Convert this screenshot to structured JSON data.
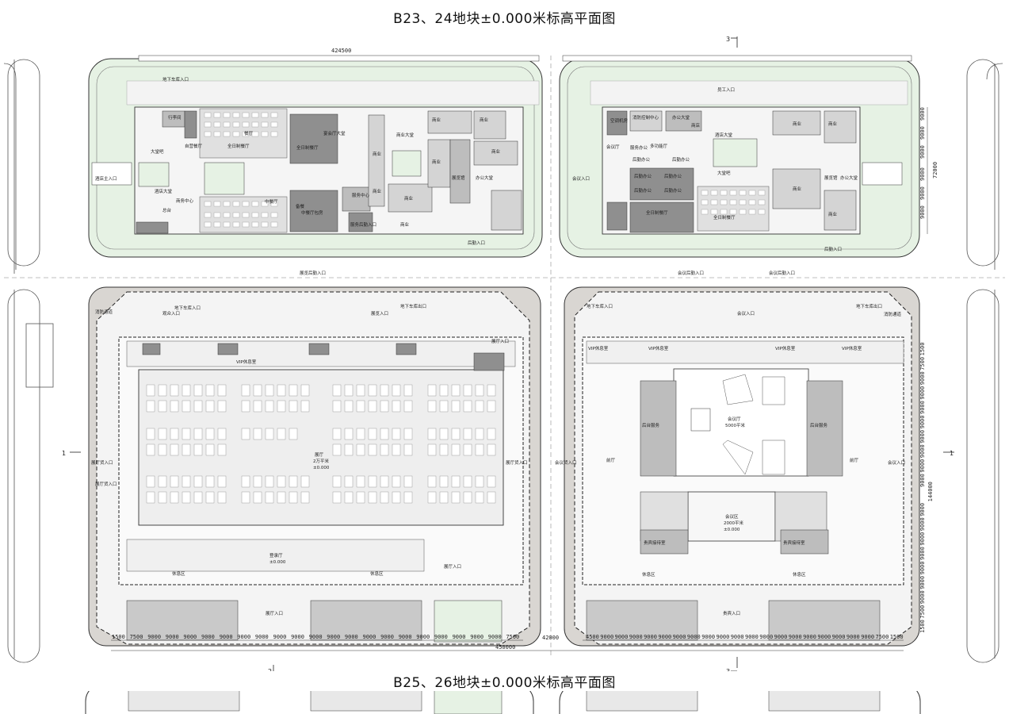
{
  "titles": {
    "top": "B23、24地块±0.000米标高平面图",
    "bottom": "B25、26地块±0.000米标高平面图"
  },
  "colors": {
    "line": "#333333",
    "green": "#e6f2e4",
    "tree": "#8fae8a",
    "dark_room": "#8f8f8f",
    "mid_room": "#bdbdbd",
    "light_floor": "#efefef",
    "apron": "#d9d6d2"
  },
  "section_marks": {
    "a": "3",
    "b": "2",
    "c": "1"
  },
  "top_left": {
    "dim_total": "424500",
    "labels": {
      "xingli": "行李间",
      "datangba": "大堂吧",
      "jiudian_dating": "酒店大堂",
      "zongtai": "总台",
      "shangwu": "商务中心",
      "ziying_canting": "自营餐厅",
      "quanri_canting": "全日制餐厅",
      "canting_a": "餐厅",
      "shangye_a": "商业",
      "zhongcanting": "中餐厅",
      "zhongcanting_baojian": "中餐厅包房",
      "canting_b": "备餐",
      "yanhuiting": "宴会厅大堂",
      "fuwu": "服务中心",
      "fuwu_ru": "服务后勤入口",
      "shangye_datang": "商业大堂",
      "shangye_b": "商业",
      "shangye_c": "商业",
      "shangye_d": "商业",
      "shangye_e": "商业",
      "shangye_f": "商业",
      "shangye_g": "商业",
      "shangye_h": "商业",
      "shangye_i": "商业",
      "bangong": "办公大堂",
      "zhanlan": "展览馆",
      "dixia_ru": "地下车库入口",
      "jiudian_ru": "酒店主入口",
      "houqin": "后勤入口"
    },
    "bottom_label": "展览后勤入口"
  },
  "top_right": {
    "labels": {
      "kongtiao": "空调机房",
      "xiaofang": "消防控制中心",
      "bangong_a": "办公大堂",
      "shangdian": "商店",
      "huiyi": "会议厅",
      "fuwu": "服务办公",
      "duojia": "多功能厅",
      "houqin_a": "后勤办公",
      "houqin_b": "后勤办公",
      "houqin_c": "后勤办公",
      "houqin_d": "后勤办公",
      "houqin_e": "后勤办公",
      "houqin_f": "后勤办公",
      "canting": "全日制餐厅",
      "datangba": "大堂吧",
      "jiudian": "酒店大堂",
      "shangye_a": "商业",
      "shangye_b": "商业",
      "shangye_c": "商业",
      "shangye_d": "商业",
      "zhanlan": "展览馆",
      "bangong_b": "办公大堂",
      "huiyi_ru": "会议入口",
      "houqin_ru": "后勤入口",
      "chuan": "员工入口",
      "quanri": "全日制餐厅"
    },
    "dims_v": [
      "9000",
      "9000",
      "9000",
      "9000",
      "9000",
      "9000",
      "72000",
      "9000",
      "9000",
      "9000"
    ]
  },
  "between_labels": {
    "a": "展览后勤入口",
    "b": "会议后勤入口",
    "c": "会议后勤入口"
  },
  "bottom_left": {
    "hall": "展厅",
    "hall_area": "2万平米",
    "hall_level": "±0.000",
    "lobby": "登录厅",
    "lobby_level": "±0.000",
    "rest_a": "休息区",
    "rest_b": "休息区",
    "vip": "VIP休息室",
    "entries": {
      "car_a": "地下车库入口",
      "car_b": "地下车库出口",
      "people_a": "观众入口",
      "people_b": "展览入口",
      "hall_ru": "展厅入口",
      "west": "展厅货入口",
      "east": "展厅货入口",
      "se": "展厅入口",
      "south": "展厅入口",
      "nw": "消防通道",
      "sw": "展厅货入口"
    },
    "dims_bottom": [
      "1500",
      "7500",
      "9000",
      "9000",
      "9000",
      "9000",
      "9000",
      "9000",
      "9000",
      "9000",
      "9000",
      "9000",
      "9000",
      "9000",
      "9000",
      "9000",
      "9000",
      "9000",
      "9000",
      "9000",
      "9000",
      "9000",
      "7500"
    ],
    "dim_total": "450000",
    "gap": "42000"
  },
  "bottom_right": {
    "theatre": "会议厅",
    "theatre_area": "5000平米",
    "foyer": "会议区",
    "foyer_area": "2000平米",
    "foyer_level": "±0.000",
    "backstage_a": "后台服务",
    "backstage_b": "后台服务",
    "vip_a": "VIP休息室",
    "vip_b": "VIP休息室",
    "vip_c": "VIP休息室",
    "vip_d": "VIP休息室",
    "guest_a": "贵宾接待室",
    "guest_b": "贵宾接待室",
    "lounge_w": "前厅",
    "lounge_e": "前厅",
    "rest_a": "休息区",
    "rest_b": "休息区",
    "entries": {
      "car_a": "地下车库入口",
      "car_b": "地下车库出口",
      "west": "会议货入口",
      "east": "会议入口",
      "north": "会议入口",
      "south": "贵宾入口",
      "ne": "消防通道"
    },
    "dims_bottom": [
      "4500",
      "9000",
      "9000",
      "9000",
      "9000",
      "9000",
      "9000",
      "9000",
      "9000",
      "9000",
      "9000",
      "9000",
      "9000",
      "9000",
      "9000",
      "9000",
      "9000",
      "9000",
      "9000",
      "9000",
      "7500",
      "1500"
    ],
    "dims_v": [
      "1500",
      "7500",
      "9000",
      "9000",
      "9000",
      "9000",
      "9000",
      "9000",
      "9000",
      "9000",
      "144000",
      "9000",
      "9000",
      "9000",
      "9000",
      "9000",
      "9000",
      "9000",
      "7500",
      "1500"
    ]
  }
}
